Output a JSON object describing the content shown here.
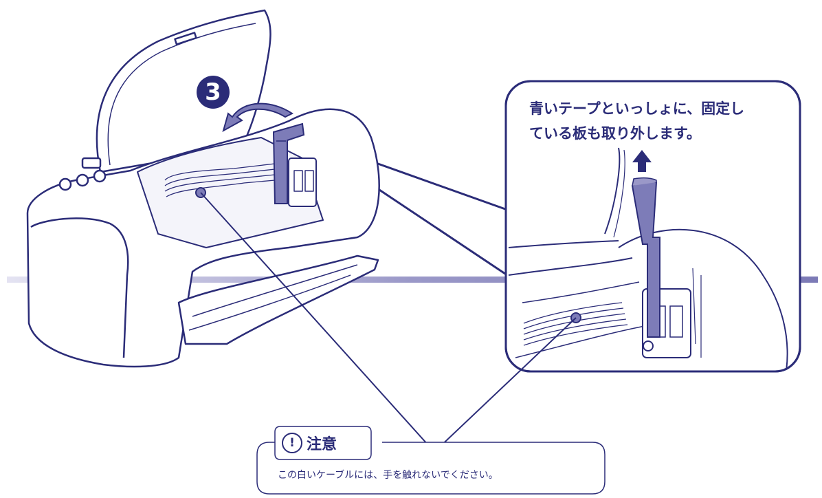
{
  "step": {
    "number": "3"
  },
  "callout": {
    "line1": "青いテープといっしょに、固定し",
    "line2": "ている板も取り外します。"
  },
  "caution": {
    "icon": "exclamation-icon",
    "icon_glyph": "!",
    "title": "注意",
    "text": "この白いケーブルには、手を触れないでください。"
  },
  "colors": {
    "line": "#2b2c78",
    "tape": "#7d7cb8",
    "band": "#8a88c0",
    "band_light": "#d8d7ec"
  }
}
